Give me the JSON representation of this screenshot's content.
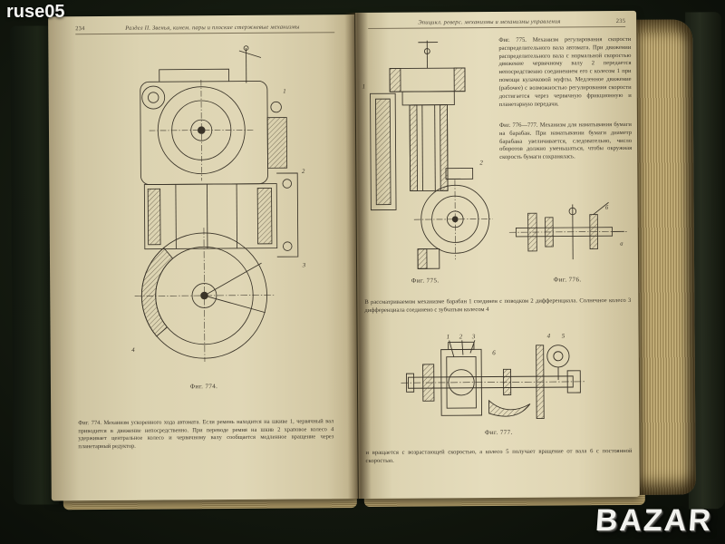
{
  "overlay": {
    "username": "ruse05",
    "logo": "BAZAR"
  },
  "colors": {
    "page_paper": "#e0d7b6",
    "ink": "#3c362c",
    "background": "#161c11",
    "fore_edge": "#c8b37d"
  },
  "left_page": {
    "page_number": "234",
    "header": "Раздел II. Звенья, кинем. пары и плоские стержневые механизмы",
    "figure": {
      "caption": "Фиг. 774.",
      "labels": [
        "1",
        "2",
        "3",
        "4"
      ]
    },
    "footnote": "Фиг. 774. Механизм ускоренного хода автомата. Если ремень находится на шкиве 1, червячный вал приводится в движение непосредственно. При переводе ремня на шкив 2 храповое колесо 4 удерживает центральное колесо и червячному валу сообщается медленное вращение через планетарный редуктор."
  },
  "right_page": {
    "page_number": "235",
    "header": "Эпицикл. реверс. механизмы и механизмы управления",
    "para_fig775": "Фиг. 775. Механизм регулирования скорости распределительного вала автомата. При движении распределительного вала с нормальной скоростью движение червячному валу 2 передается непосредственно соединением его с колесом 1 при помощи кулачковой муфты. Медленное движение (рабочее) с возможностью регулирования скорости достигается через червячную фрикционную и планетарную передачи.",
    "para_fig776": "Фиг. 776—777. Механизм для наматывания бумаги на барабан. При наматывании бумаги диаметр барабана увеличивается, следовательно, число оборотов должно уменьшаться, чтобы окружная скорость бумаги сохранялась.",
    "fig775_caption": "Фиг. 775.",
    "fig775_labels": [
      "1",
      "2"
    ],
    "fig776_caption": "Фиг. 776.",
    "fig776_labels": [
      "а",
      "б"
    ],
    "para_mid": "В рассматриваемом механизме барабан 1 соединен с поводком 2 дифференциала. Солнечное колесо 3 дифференциала соединено с зубчатым колесом 4",
    "fig777_caption": "Фиг. 777.",
    "fig777_labels": [
      "1",
      "2",
      "3",
      "6",
      "4",
      "5"
    ],
    "para_bottom": "и вращается с возрастающей скоростью, а колесо 5 получает вращение от вала 6 с постоянной скоростью."
  }
}
